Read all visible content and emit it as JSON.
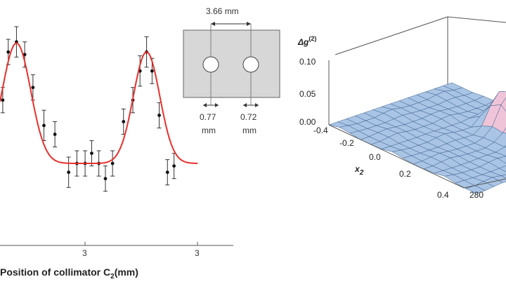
{
  "chart_data": [
    {
      "type": "scatter",
      "xlabel": "Position of collimator C",
      "xlabel_sub": "2",
      "xlabel_unit": "(mm)",
      "x_tick_labels": [
        "3",
        "3"
      ],
      "points": [
        {
          "x": 0.0,
          "y": 0.62,
          "err": 0.1
        },
        {
          "x": 0.1,
          "y": 1.0,
          "err": 0.1
        },
        {
          "x": 0.25,
          "y": 1.08,
          "err": 0.12
        },
        {
          "x": 0.4,
          "y": 0.98,
          "err": 0.1
        },
        {
          "x": 0.55,
          "y": 0.72,
          "err": 0.1
        },
        {
          "x": 0.75,
          "y": 0.42,
          "err": 0.12
        },
        {
          "x": 0.95,
          "y": 0.35,
          "err": 0.1
        },
        {
          "x": 1.2,
          "y": 0.05,
          "err": 0.12
        },
        {
          "x": 1.35,
          "y": 0.12,
          "err": 0.1
        },
        {
          "x": 1.5,
          "y": 0.12,
          "err": 0.1
        },
        {
          "x": 1.62,
          "y": 0.2,
          "err": 0.1
        },
        {
          "x": 1.75,
          "y": 0.12,
          "err": 0.1
        },
        {
          "x": 1.87,
          "y": 0.0,
          "err": 0.1
        },
        {
          "x": 2.0,
          "y": 0.12,
          "err": 0.1
        },
        {
          "x": 2.2,
          "y": 0.45,
          "err": 0.1
        },
        {
          "x": 2.37,
          "y": 0.62,
          "err": 0.1
        },
        {
          "x": 2.5,
          "y": 0.85,
          "err": 0.12
        },
        {
          "x": 2.62,
          "y": 1.0,
          "err": 0.12
        },
        {
          "x": 2.72,
          "y": 0.85,
          "err": 0.1
        },
        {
          "x": 2.85,
          "y": 0.5,
          "err": 0.1
        },
        {
          "x": 3.0,
          "y": 0.05,
          "err": 0.1
        },
        {
          "x": 3.12,
          "y": 0.1,
          "err": 0.1
        }
      ],
      "fit": {
        "baseline": 0.12,
        "peaks": [
          {
            "center": 0.25,
            "height": 0.95,
            "sigma": 0.26
          },
          {
            "center": 2.62,
            "height": 0.88,
            "sigma": 0.24
          }
        ],
        "color": "#e8302c"
      },
      "xlim": [
        -0.05,
        4.2
      ],
      "ylim": [
        -0.5,
        1.3
      ]
    },
    {
      "type": "diagram",
      "top_dimension": "3.66 mm",
      "hole_diameters": [
        "0.77",
        "0.72"
      ],
      "unit": "mm"
    },
    {
      "type": "surface",
      "z_label": "Δg",
      "z_superscript": "(2)",
      "z_ticks": [
        "0.10",
        "0.05",
        "0.00"
      ],
      "x_axis_label": "x",
      "x_axis_sub": "2",
      "x_ticks": [
        "-0.4",
        "-0.2",
        "0.0",
        "0.2",
        "0.4"
      ],
      "y_tick": "280",
      "surface_color": "#a9c4e4",
      "peak_color": "#f0c4d8"
    }
  ]
}
